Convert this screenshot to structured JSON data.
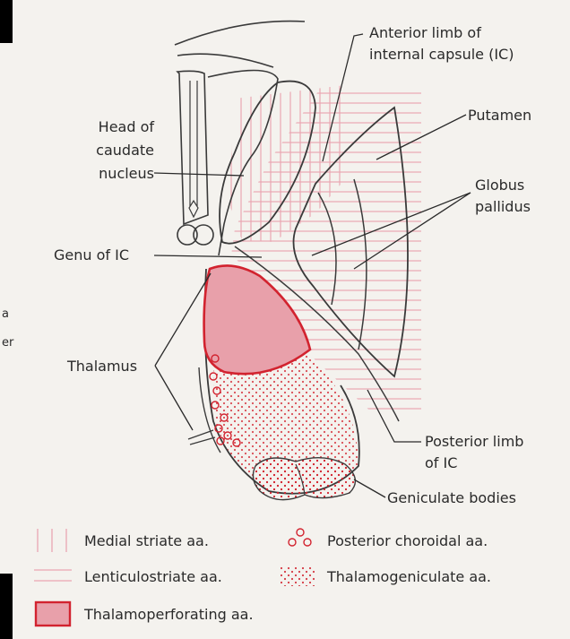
{
  "labels": {
    "anterior_limb_1": "Anterior limb of",
    "anterior_limb_2": "internal capsule (IC)",
    "putamen": "Putamen",
    "head_caudate_1": "Head of",
    "head_caudate_2": "caudate",
    "head_caudate_3": "nucleus",
    "globus_1": "Globus",
    "globus_2": "pallidus",
    "genu": "Genu of IC",
    "thalamus": "Thalamus",
    "posterior_limb_1": "Posterior limb",
    "posterior_limb_2": "of IC",
    "geniculate": "Geniculate bodies",
    "edge_fragment_1": "a",
    "edge_fragment_2": "er"
  },
  "legend": {
    "medial_striate": "Medial striate aa.",
    "lenticulostriate": "Lenticulostriate aa.",
    "thalamoperforating": "Thalamoperforating aa.",
    "posterior_choroidal": "Posterior choroidal aa.",
    "thalamogeniculate": "Thalamogeniculate aa."
  },
  "colors": {
    "background": "#f4f2ee",
    "hatch": "#e9a6b2",
    "thalamoperforating_fill": "#e8a0aa",
    "thalamoperforating_stroke": "#d2232f",
    "outline": "#3a3a3a",
    "ink": "#2a2a2a"
  }
}
